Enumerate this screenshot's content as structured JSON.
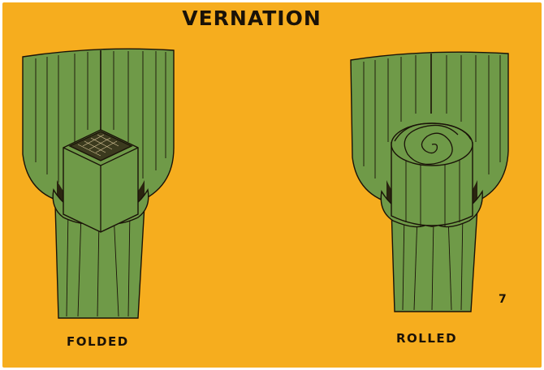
{
  "title": "VERNATION",
  "labels": {
    "folded": "FOLDED",
    "rolled": "ROLLED"
  },
  "slide_number": "7",
  "colors": {
    "background": "#f6ad1e",
    "leaf_green": "#6f9a48",
    "ink": "#1a1208",
    "border": "#ffffff"
  }
}
